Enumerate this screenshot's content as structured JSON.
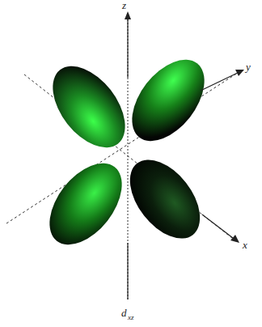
{
  "diagram": {
    "labels": [
      "z",
      "y",
      "x",
      "d",
      "xz"
    ]
  }
}
